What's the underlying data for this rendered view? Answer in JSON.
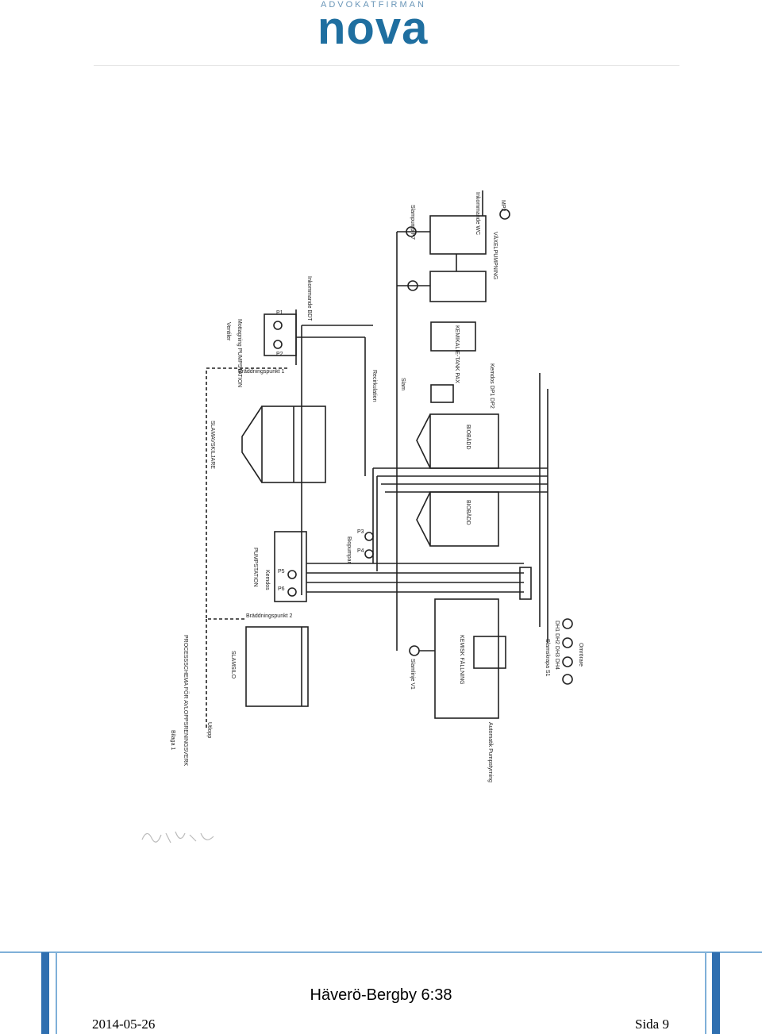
{
  "header": {
    "brand_top": "ADVOKATFIRMAN",
    "brand_main": "nova"
  },
  "figure": {
    "labels": {
      "inkommande_wc": "Inkommande WC",
      "mp2": "MP2",
      "slampump_p7": "Slampump P7",
      "vaxelpumpning": "VÄXELPUMPNING",
      "inkommande_bdt": "Inkommande BDT",
      "mottagning": "Mottagning PUMPSTATION",
      "p1": "P1",
      "p2": "P2",
      "ventiler": "Ventiler",
      "kemikalietank": "KEMIKALIE-TANK PAX",
      "doseringsenhet": "Kemdos DP1 DP2",
      "recirkulation": "Recirkulation",
      "slam": "Slam",
      "braddningspunkt_1": "Bräddningspunkt 1",
      "slamavskiljare": "SLAMAVSKILJARE",
      "biobadd_1": "BIOBÄDD",
      "biobadd_2": "BIOBÄDD",
      "p3": "P3",
      "p4": "P4",
      "biopumpar": "Biopumpar",
      "pumpstation": "PUMPSTATION",
      "p5": "P5",
      "p6": "P6",
      "kemdos": "Kemdos",
      "braddningspunkt_2": "Bräddningspunkt 2",
      "slamlager": "SLAMSILO",
      "slamlinje": "Slamlinje V1",
      "kemisk_fallning": "KEMISK FÄLLNING",
      "omrorare": "Omrörare",
      "dh": "DH1 DH2 DH3 DH4",
      "slamskrapa": "Slamskrapa S1",
      "processschema": "PROCESSSCHEMA FÖR AVLOPPSRENINGSVERK",
      "bilaga": "Bilaga 1",
      "utlopp": "Utlopp",
      "automatik": "Automatik Pumpstyrning"
    }
  },
  "footer": {
    "title": "Häverö-Bergby 6:38",
    "date": "2014-05-26",
    "page": "Sida 9"
  }
}
